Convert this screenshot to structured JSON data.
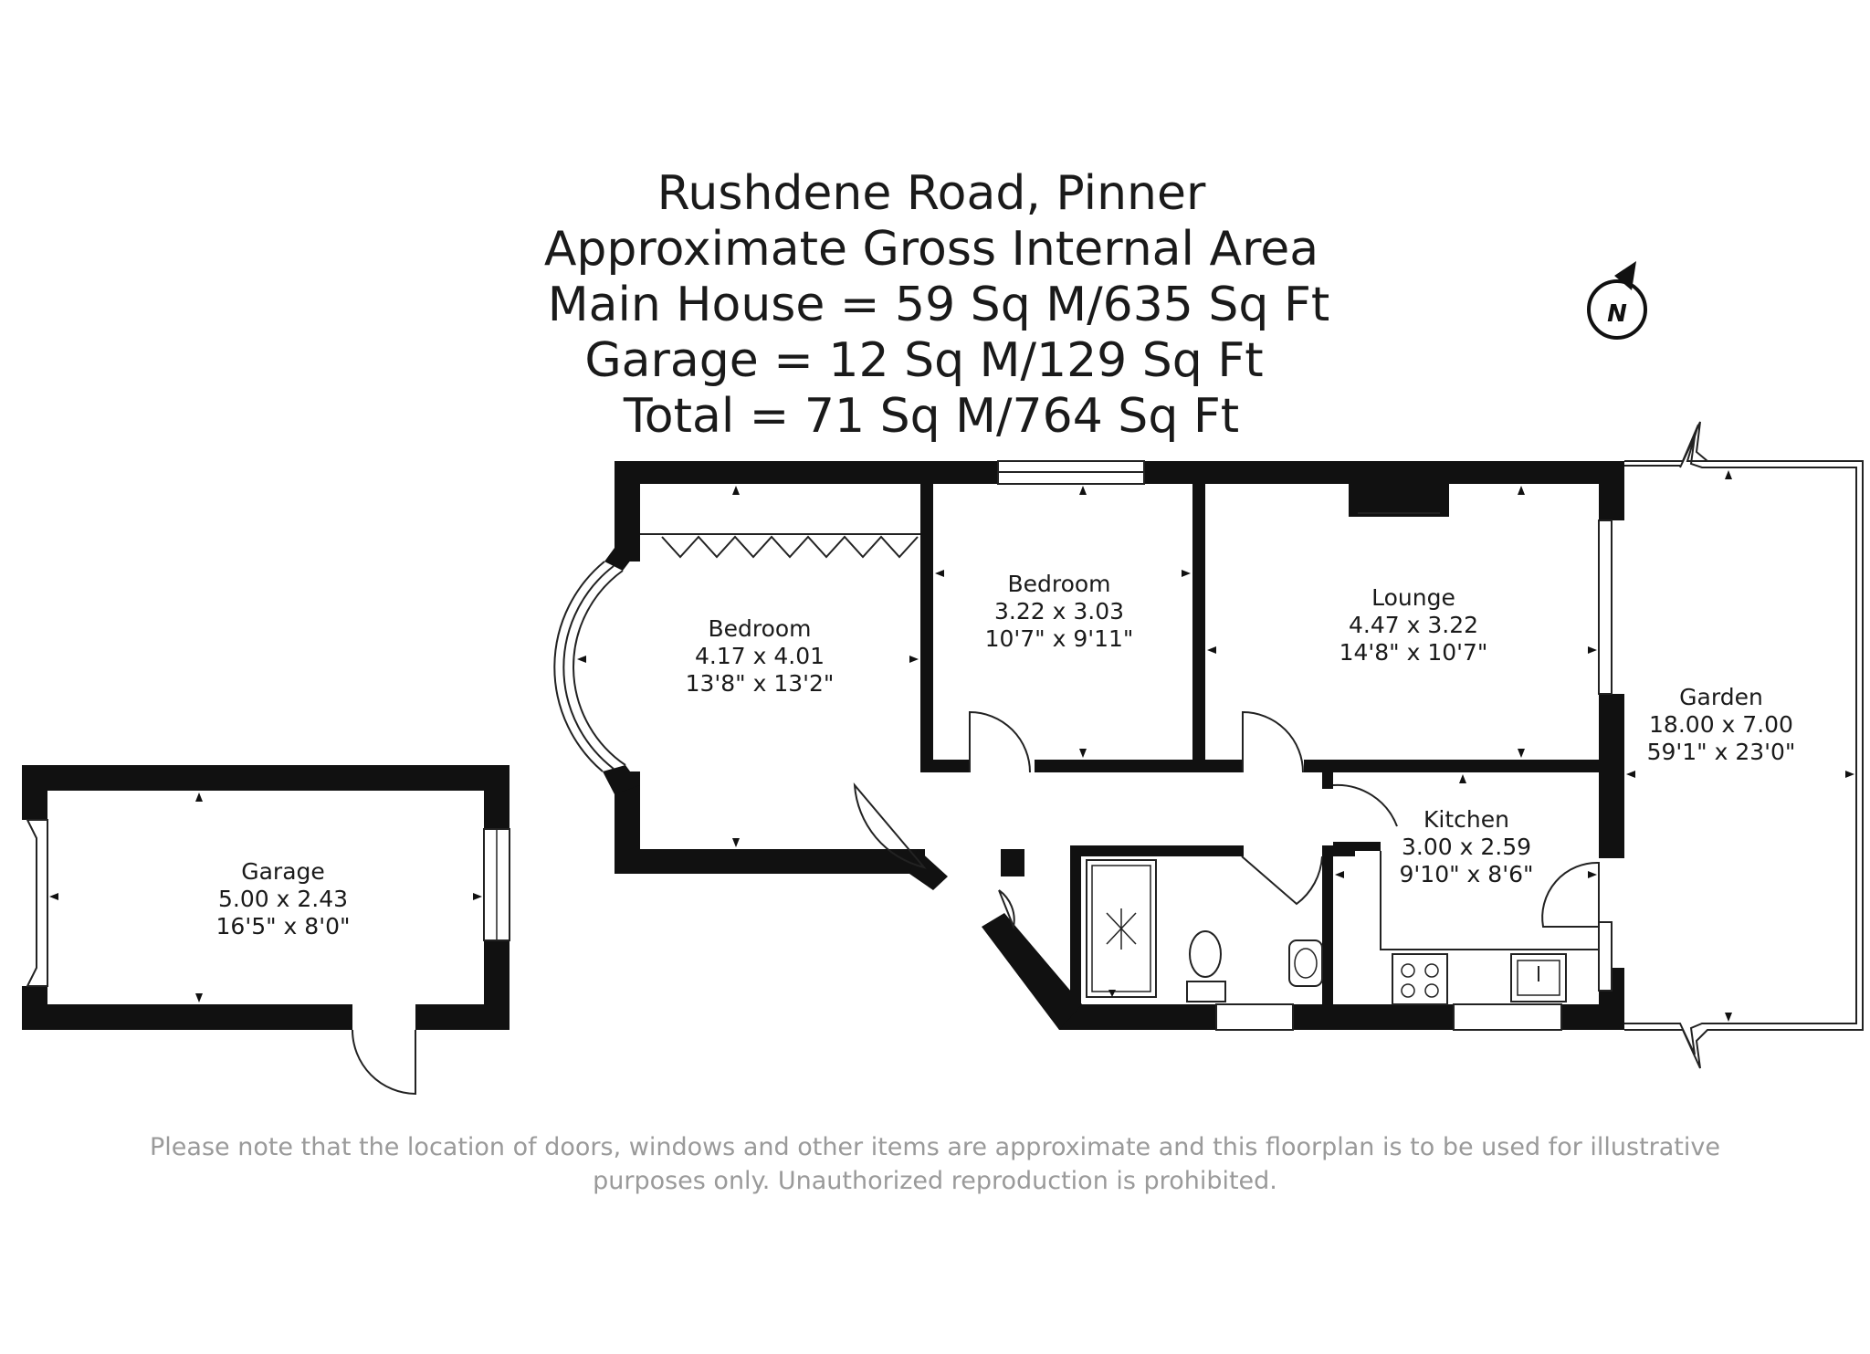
{
  "header": {
    "lines": [
      "Rushdene Road, Pinner",
      "Approximate Gross Internal Area",
      "Main House = 59 Sq M/635 Sq Ft",
      "Garage = 12 Sq M/129 Sq Ft",
      "Total = 71 Sq M/764 Sq Ft"
    ]
  },
  "compass": {
    "label": "N",
    "icon": "north-arrow-icon"
  },
  "rooms": {
    "bedroom1": {
      "name": "Bedroom",
      "metric": "4.17 x 4.01",
      "imperial": "13'8\" x 13'2\""
    },
    "bedroom2": {
      "name": "Bedroom",
      "metric": "3.22 x 3.03",
      "imperial": "10'7\" x 9'11\""
    },
    "lounge": {
      "name": "Lounge",
      "metric": "4.47 x 3.22",
      "imperial": "14'8\" x 10'7\""
    },
    "garden": {
      "name": "Garden",
      "metric": "18.00 x 7.00",
      "imperial": "59'1\" x 23'0\""
    },
    "kitchen": {
      "name": "Kitchen",
      "metric": "3.00 x 2.59",
      "imperial": "9'10\" x 8'6\""
    },
    "garage": {
      "name": "Garage",
      "metric": "5.00 x 2.43",
      "imperial": "16'5\" x 8'0\""
    }
  },
  "disclaimer": {
    "line1": "Please note that the location of doors, windows and other items are approximate and this floorplan is to be used for illustrative",
    "line2": "purposes only. Unauthorized reproduction is prohibited."
  },
  "colors": {
    "wall": "#111111",
    "text": "#1a1a1a",
    "note": "#9a9a9a"
  }
}
